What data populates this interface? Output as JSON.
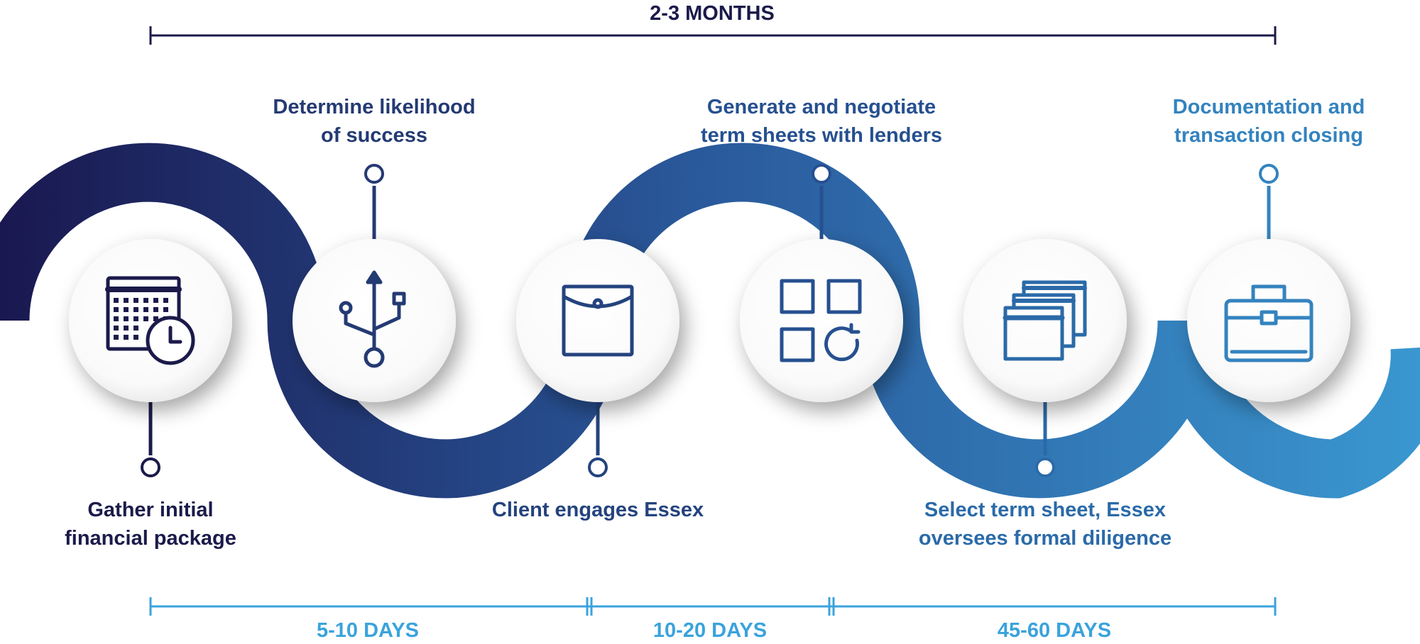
{
  "top_span": {
    "label": "2-3 MONTHS",
    "color": "#1b1a4a"
  },
  "steps": [
    {
      "label_lines": [
        "Gather initial",
        "financial package"
      ],
      "icon": "calendar-clock-icon",
      "color": "#1b1a4a",
      "position": "below"
    },
    {
      "label_lines": [
        "Determine likelihood",
        "of success"
      ],
      "icon": "usb-branch-icon",
      "color": "#243a73",
      "position": "above"
    },
    {
      "label_lines": [
        "Client engages Essex"
      ],
      "icon": "envelope-pocket-icon",
      "color": "#24437e",
      "position": "below"
    },
    {
      "label_lines": [
        "Generate and negotiate",
        "term sheets with lenders"
      ],
      "icon": "grid-refresh-icon",
      "color": "#265090",
      "position": "above"
    },
    {
      "label_lines": [
        "Select term sheet, Essex",
        "oversees formal diligence"
      ],
      "icon": "stacked-windows-icon",
      "color": "#2b6aa8",
      "position": "below"
    },
    {
      "label_lines": [
        "Documentation and",
        "transaction closing"
      ],
      "icon": "briefcase-icon",
      "color": "#3483bf",
      "position": "above"
    }
  ],
  "bottom_spans": [
    {
      "label": "5-10 DAYS"
    },
    {
      "label": "10-20 DAYS"
    },
    {
      "label": "45-60 DAYS"
    }
  ],
  "colors": {
    "wave_start": "#1a1850",
    "wave_mid": "#2a5a9c",
    "wave_end": "#3a97d0",
    "icon_stroke": "#2d5f9a",
    "bottom_span": "#3aa3dc"
  }
}
